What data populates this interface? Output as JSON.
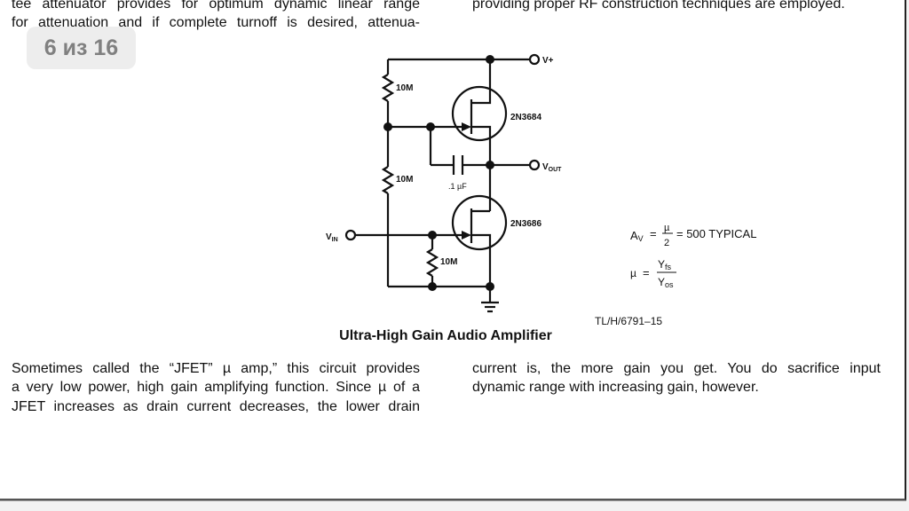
{
  "viewer": {
    "page_indicator": "6 из 16",
    "current_page": 6,
    "total_pages": 16
  },
  "document": {
    "top_left_lines": [
      "tee attenuator provides for optimum dynamic linear range",
      "for attenuation and if complete turnoff is desired, attenua-"
    ],
    "top_right_lines": [
      "providing proper RF construction techniques are employed."
    ],
    "figure": {
      "title": "Ultra-High Gain Audio Amplifier",
      "figure_id": "TL/H/6791–15",
      "labels": {
        "vplus": "V+",
        "vout": "V",
        "vout_sub": "OUT",
        "vin": "V",
        "vin_sub": "IN",
        "r_top": "10M",
        "r_mid": "10M",
        "r_bottom": "10M",
        "capacitor": ".1 µF",
        "q_top": "2N3684",
        "q_bottom": "2N3686"
      },
      "equations": {
        "av_lhs": "A",
        "av_sub": "V",
        "mu": "µ",
        "two": "2",
        "typical": "= 500 TYPICAL",
        "yfs": "Y",
        "yfs_sub": "fs",
        "yos": "Y",
        "yos_sub": "os",
        "equals": "="
      }
    },
    "bottom_left_lines": [
      "Sometimes called the “JFET” µ amp,” this circuit provides",
      "a very low power, high gain amplifying function. Since µ of a",
      "JFET increases as drain current decreases, the lower drain"
    ],
    "bottom_right_lines": [
      "current is, the more gain you get. You do sacrifice input",
      "dynamic range with increasing gain, however."
    ]
  }
}
